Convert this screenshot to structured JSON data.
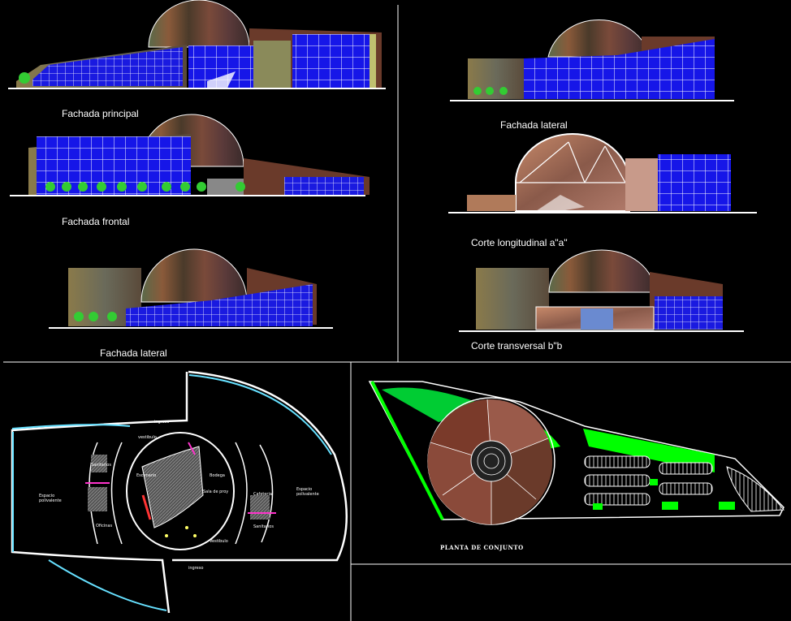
{
  "sheet": {
    "labels": {
      "fachada_principal": "Fachada principal",
      "fachada_frontal": "Fachada frontal",
      "fachada_lateral_left": "Fachada lateral",
      "fachada_lateral_right": "Fachada lateral",
      "corte_longitudinal": "Corte longitudinal a\"a\"",
      "corte_transversal": "Corte transversal b\"b",
      "planta_conjunto": "PLANTA DE CONJUNTO"
    },
    "floor_plan_labels": {
      "ingreso_top": "ingreso",
      "ingreso_bottom": "ingreso",
      "vestibulo_top": "vestibulo",
      "vestibulo_bottom": "Vestibulo",
      "escenario": "Escenario",
      "bodega": "Bodega",
      "sala_de_proy": "Sala de proy",
      "cafeteria": "Cafeteria",
      "espacio_left": "Espacio polivalente",
      "espacio_right": "Espacio polivalente",
      "sanitarios_left": "Sanitarios",
      "sanitarios_right": "Sanitarios",
      "oficinas": "Oficinas"
    },
    "colors": {
      "background": "#000000",
      "glass": "#1a1aff",
      "frame": "#ffffff",
      "dome_brown": "#7a3a2a",
      "tree_green": "#33cc33",
      "curtain_cyan": "#66e0ff",
      "accent_magenta": "#ff33cc",
      "site_green": "#00ff00"
    }
  }
}
